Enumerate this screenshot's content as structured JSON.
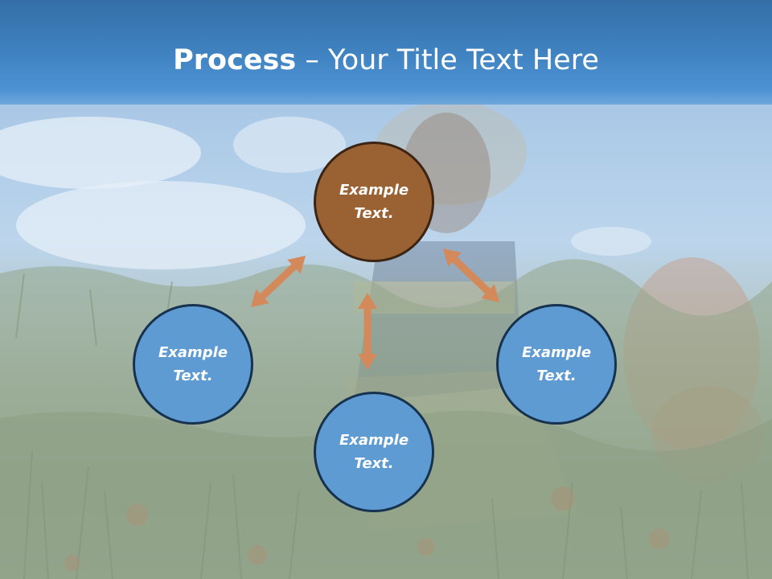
{
  "slide": {
    "title_bold": "Process",
    "title_rest": " – Your Title Text Here"
  },
  "diagram": {
    "center_node": {
      "label": "Example Text.",
      "color": "#9a6232"
    },
    "nodes": [
      {
        "id": "left",
        "label": "Example Text.",
        "color": "#5f9bd3"
      },
      {
        "id": "right",
        "label": "Example Text.",
        "color": "#5f9bd3"
      },
      {
        "id": "bottom",
        "label": "Example Text.",
        "color": "#5f9bd3"
      }
    ],
    "arrow_color": "#d4895a"
  }
}
